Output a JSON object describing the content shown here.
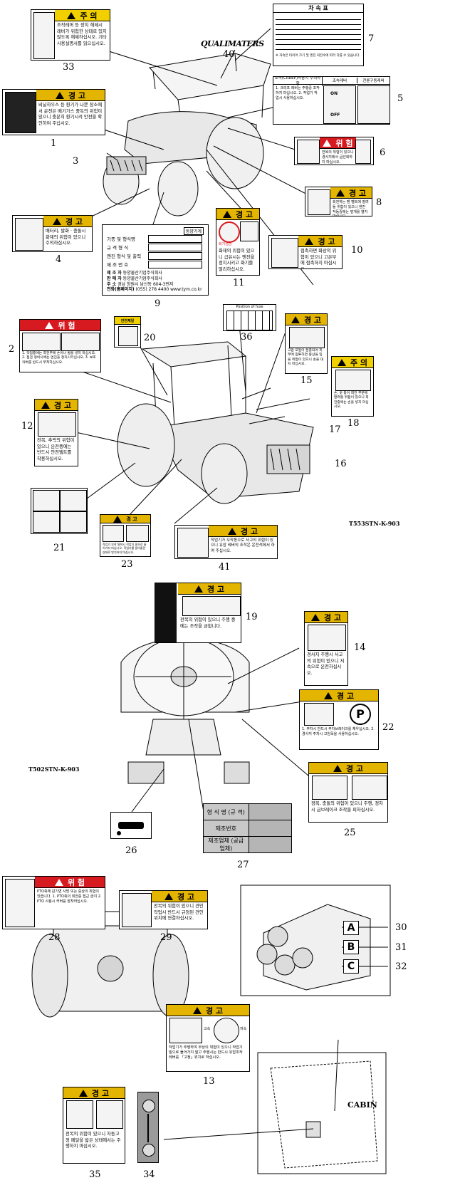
{
  "labels": {
    "l33": {
      "num": "33",
      "header": "주 의",
      "text": "조작레버 등 장치 해제시 레버가 위험한 상태로 있지 않도록 해제하십시오. 기타 사용설명서를 읽으십시오."
    },
    "l1": {
      "num": "1",
      "header": "경 고",
      "text": "비닐하우스 등 환기가 나쁜 장소에서 운전은 배기가스 중독의 위험이 있으니 충분히 환기시켜 안전을 확인하여 주십시오."
    },
    "l4": {
      "num": "4",
      "header": "경 고",
      "text": "배터리, 발화 · 충돌시 화재의 위험이 있으니 주의하십시오."
    },
    "l9": {
      "num": "9",
      "brand": "동양기계",
      "rows": [
        "기종 및 형식명",
        "규 격 형 식",
        "엔진 형식 및 출력",
        "제 조 번 호"
      ],
      "maker": "제 조 자",
      "seller": "판 매 자",
      "address": "주 소",
      "tel": "전화(홈페이지)",
      "company": "동양물산기업주식회사",
      "company2": "동양물산기업주식회사",
      "addr_value": "경남 창원시 남산동 604-3번지",
      "phone": "(055) 278 4400",
      "site": "www.tym.co.kr"
    },
    "l11": {
      "num": "11",
      "header": "경 고",
      "sub": "화기엄금",
      "text": "화재의 위험이 있으니 급유시는 엔진을 정지시키고 화기를 멀리하십시오."
    },
    "l10": {
      "num": "10",
      "header": "경 고",
      "text": "접촉하면 화상의 위험이 있으니 고온부에 접촉하지 마십시오."
    },
    "l8": {
      "num": "8",
      "header": "경 고",
      "text": "회전하는 팬 벨트에 말려들 위험이 있으니 엔진 작동중에는 덮개를 열지 마십시오."
    },
    "l6": {
      "num": "6",
      "header": "위 험",
      "text": "전복의 위험이 있으니 경사지에서 급선회하지 마십시오."
    },
    "l5": {
      "num": "5",
      "title": "조속(CREEP)사용시 주의사항",
      "col2": "조속레버",
      "col3": "전륜구동레버",
      "text": "1. 크리프 레버는 주행중 조작하지 마십시오. 2. 작업기 작업시 사용하십시오.",
      "on": "ON",
      "off": "OFF"
    },
    "l7": {
      "num": "7",
      "title": "차 속 표",
      "note": "※ 차속은 타이어 크기 및 엔진 회전수에 따라 다를 수 있습니다."
    },
    "l40": {
      "num": "40",
      "logo": "QUALIMATERS"
    },
    "l3": {
      "num": "3"
    },
    "l2": {
      "num": "2",
      "header": "위 험",
      "text": "1. 작업중에는 회전부에 손이나 발을 넣지 마십시오. 2. 점검 정비시에는 엔진을 정지시키십시오. 3. 보호커버를 반드시 부착하십시오."
    },
    "l20": {
      "num": "20",
      "header": "안전제일"
    },
    "l36": {
      "num": "36",
      "title": "Position of fuse"
    },
    "l15": {
      "num": "15",
      "header": "경 고",
      "text": "고압 오일이 분출되어 피부에 침투하면 중상을 입을 위험이 있으니 손을 대지 마십시오."
    },
    "l18": {
      "num": "18",
      "header": "주 의",
      "text": "손, 옷 등이 회전 부분에 말려들 위험이 있으니 회전중에는 손을 넣지 마십시오."
    },
    "l12": {
      "num": "12",
      "header": "경 고",
      "text": "전복, 추락의 위험이 있으니 운전중에는 반드시 안전벨트를 착용하십시오."
    },
    "l17": {
      "num": "17"
    },
    "l16": {
      "num": "16"
    },
    "l21": {
      "num": "21"
    },
    "l23": {
      "num": "23",
      "header": "경 고",
      "text": "작업기 부착 탈착시 작업기 밑으로 들어가지 마십시오. 작업기를 들어올린 상태로 방치하지 마십시오."
    },
    "l41": {
      "num": "41",
      "header": "경 고",
      "text": "작업기가 오작동으로 사고의 위험이 있으니 유압 레버의 조작은 운전석에서 하여 주십시오."
    },
    "model1": "T553STN-K-903",
    "l19": {
      "num": "19",
      "header": "경 고",
      "text": "전복의 위험이 있으니 주행 중에는 조작을 금합니다."
    },
    "l14": {
      "num": "14",
      "header": "경 고",
      "text": "경사지 주행시 사고의 위험이 있으니 저속으로 운전하십시오."
    },
    "l22": {
      "num": "22",
      "header": "경 고",
      "text": "1. 주차시 반드시 주차브레이크를 채우십시오. 2. 경사지 주차시 고임목을 사용하십시오."
    },
    "l25": {
      "num": "25",
      "header": "경 고",
      "text": "정복, 충돌의 위험이 있으니 주행, 정차시 급브레이크 조작을 피하십시오."
    },
    "l26": {
      "num": "26"
    },
    "model2": "T502STN-K-903",
    "l27": {
      "num": "27",
      "rows": [
        "형 식 명 (규 격)",
        "제조번호",
        "제조업체 (공급업체)"
      ]
    },
    "l28": {
      "num": "28",
      "header": "위 험",
      "text": "PTO축에 감기면 사망 또는 중상의 위험이 있습니다. 1. PTO축의 회전중 접근 금지 2. PTO 사용시 커버를 장착하십시오."
    },
    "l29": {
      "num": "29",
      "header": "경 고",
      "text": "전복의 위험이 있으니 견인 작업시 반드시 규정된 견인 위치에 연결하십시오."
    },
    "l30": {
      "num": "30",
      "letter": "A"
    },
    "l31": {
      "num": "31",
      "letter": "B"
    },
    "l32": {
      "num": "32",
      "letter": "C"
    },
    "l13": {
      "num": "13",
      "header": "경 고",
      "hi": "고속",
      "lo": "저속",
      "text": "작업기가 주행하여 부상의 위험이 있으니 작업기 밑으로 들어가지 말고 주행시는 반드시 유압조작 레버를 「고정」위치로 하십시오."
    },
    "l35": {
      "num": "35",
      "header": "경 고",
      "text": "전복의 위험이 있으니 자동고정 페달을 밟은 상태에서는 주행하지 마십시오."
    },
    "l34": {
      "num": "34"
    },
    "cabin": "CABIN"
  },
  "colors": {
    "warning": "#e3b400",
    "danger": "#d71920",
    "caution": "#f2d000"
  }
}
